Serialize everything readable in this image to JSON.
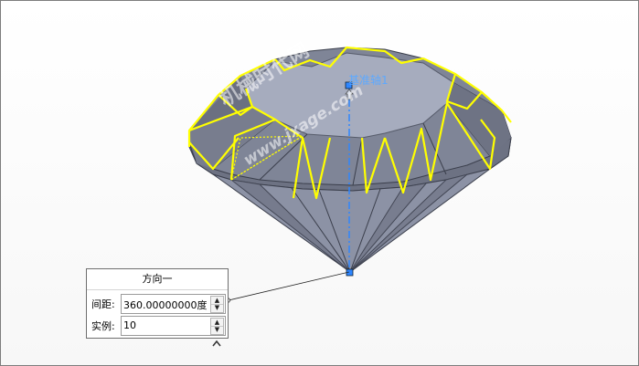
{
  "viewport": {
    "axis_label": "基准轴1",
    "watermark_main": "机械时代网",
    "watermark_sub": "www.jxage.com"
  },
  "pattern_panel": {
    "title": "方向一",
    "spacing": {
      "label": "间距:",
      "value": "360.00000000度"
    },
    "instances": {
      "label": "实例:",
      "value": "10"
    },
    "collapse_icon": "chevron-up-icon"
  },
  "colors": {
    "diamond_face": "#8e94a8",
    "table_face": "#a9afc1",
    "highlight_edge": "#ffff00",
    "axis": "#2e86ff"
  }
}
